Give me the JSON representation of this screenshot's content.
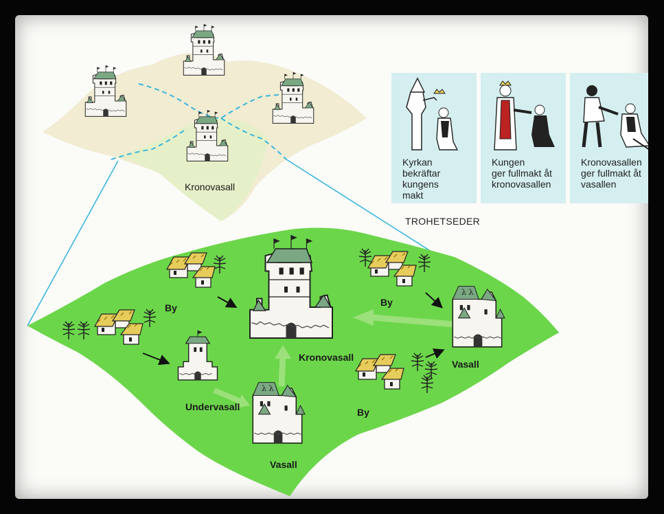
{
  "map_labels": {
    "top_kronovasall": "Kronovasall",
    "center_kronovasall": "Kronovasall",
    "by_top_left": "By",
    "by_top_right": "By",
    "by_bottom_right": "By",
    "undervasall": "Undervasall",
    "vasall_bottom": "Vasall",
    "vasall_right": "Vasall"
  },
  "oath_panels": [
    {
      "caption": "Kyrkan\nbekräftar\nkungens\nmakt",
      "icon": "bishop-crowning-king"
    },
    {
      "caption": "Kungen\nger fullmakt åt\nkronovasallen",
      "icon": "king-handing-over-to-vassal"
    },
    {
      "caption": "Kronovasallen\nger fullmakt åt\nvasallen",
      "icon": "noble-handing-over-to-vassal"
    }
  ],
  "trohetseder_title": "TROHETSEDER",
  "colors": {
    "land_green": "#6cd64b",
    "upper_land_beige": "#f1ecd2",
    "upper_land_green": "#e6f0c8",
    "panel_cyan": "#d5eff0",
    "boundary_blue": "#3ab6dd",
    "flow_arrow_green": "#9be07a",
    "roof_yellow": "#e6cc5a"
  }
}
